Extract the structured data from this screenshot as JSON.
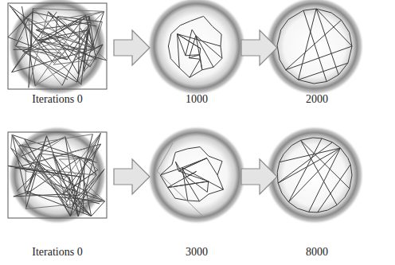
{
  "diagram": {
    "labels": [
      "Iterations 0",
      "1000",
      "2000",
      "Iterations 0",
      "3000",
      "8000"
    ]
  }
}
